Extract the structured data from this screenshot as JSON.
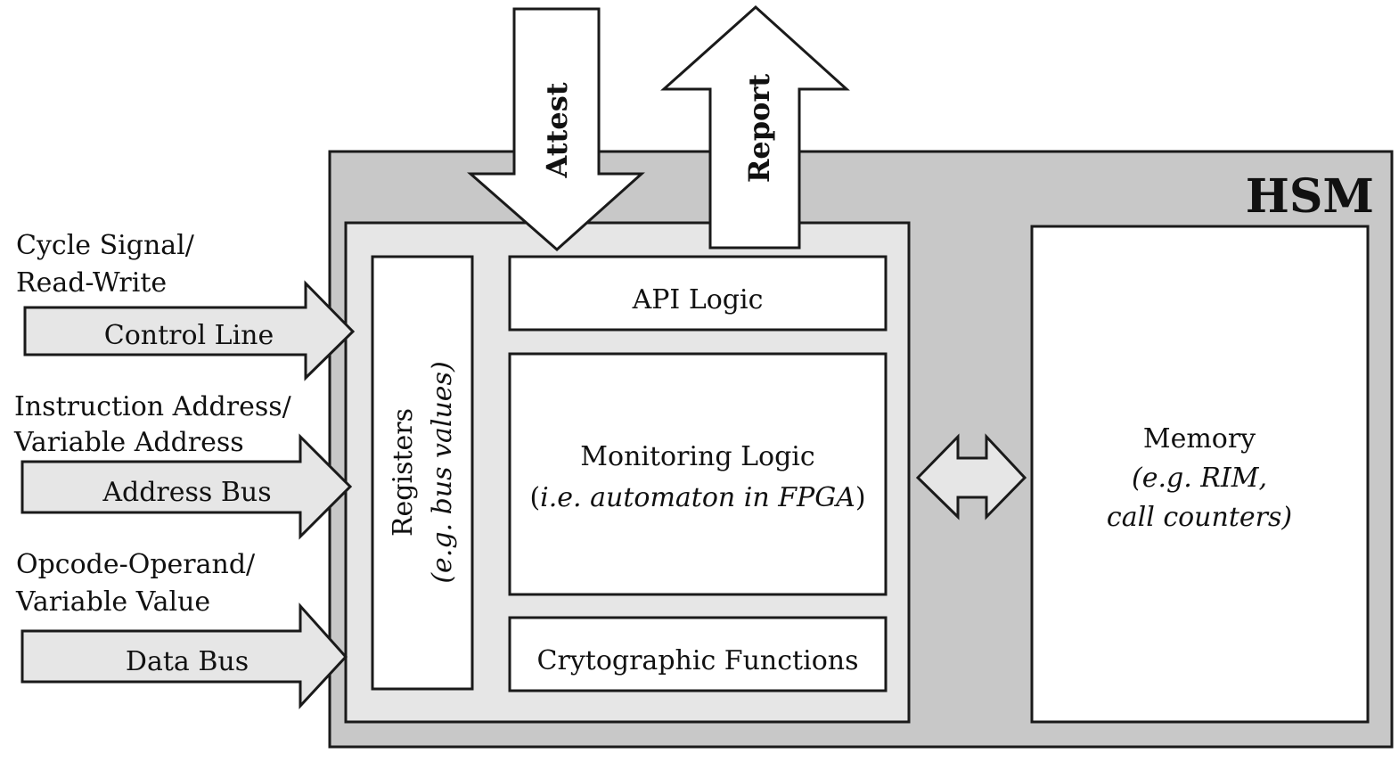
{
  "hsm": {
    "title": "HSM"
  },
  "top_arrows": {
    "attest": "Attest",
    "report": "Report"
  },
  "inputs": [
    {
      "signal": "Cycle Signal/",
      "signal2": "Read-Write",
      "line": "Control Line"
    },
    {
      "signal": "Instruction Address/",
      "signal2": "Variable Address",
      "line": "Address Bus"
    },
    {
      "signal": "Opcode-Operand/",
      "signal2": "Variable Value",
      "line": "Data Bus"
    }
  ],
  "registers": {
    "label": "Registers",
    "sub": "(e.g. bus values)"
  },
  "api_logic": {
    "label": "API Logic"
  },
  "monitoring": {
    "label": "Monitoring Logic",
    "sub_open": "(",
    "sub_italic": "i.e. automaton in FPGA",
    "sub_close": ")"
  },
  "crypto": {
    "label": "Crytographic Functions"
  },
  "memory": {
    "label": "Memory",
    "sub1": "(e.g. RIM,",
    "sub2": "call counters)"
  },
  "colors": {
    "hsm_fill": "#c8c8c8",
    "inner_fill": "#e6e6e6",
    "box_fill": "#ffffff",
    "arrow_fill": "#e6e6e6",
    "stroke": "#1a1a1a"
  }
}
